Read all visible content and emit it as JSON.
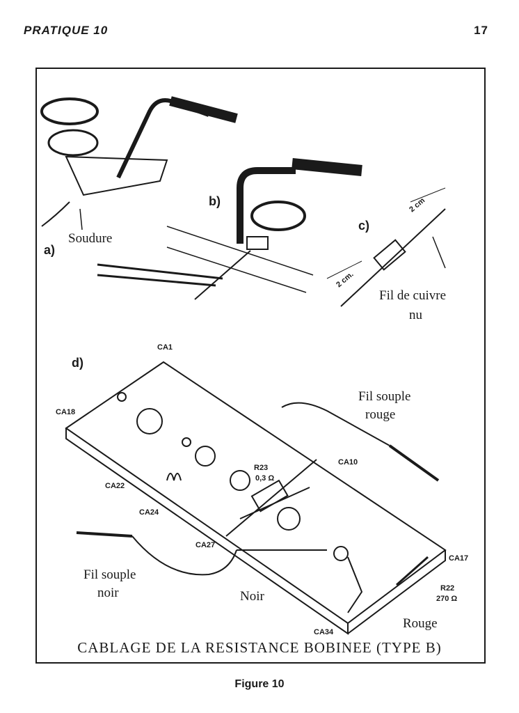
{
  "header": {
    "section": "PRATIQUE 10",
    "page_number": "17"
  },
  "panels": {
    "a": {
      "letter": "a)",
      "label": "Soudure"
    },
    "b": {
      "letter": "b)"
    },
    "c": {
      "letter": "c)",
      "dim_top": "2 cm",
      "dim_left": "2 cm.",
      "label_line1": "Fil de cuivre",
      "label_line2": "nu"
    },
    "d": {
      "letter": "d)",
      "terminals": {
        "ca1": "CA1",
        "ca18": "CA18",
        "ca10": "CA10",
        "ca22": "CA22",
        "ca24": "CA24",
        "ca27": "CA27",
        "ca17": "CA17",
        "ca34": "CA34"
      },
      "r23_name": "R23",
      "r23_value": "0,3 Ω",
      "r22_name": "R22",
      "r22_value": "270 Ω",
      "red_wire_line1": "Fil souple",
      "red_wire_line2": "rouge",
      "black_wire_line1": "Fil souple",
      "black_wire_line2": "noir",
      "noir": "Noir",
      "rouge": "Rouge"
    }
  },
  "caption": "CABLAGE DE LA RESISTANCE BOBINEE (TYPE B)",
  "figure_label": "Figure 10"
}
